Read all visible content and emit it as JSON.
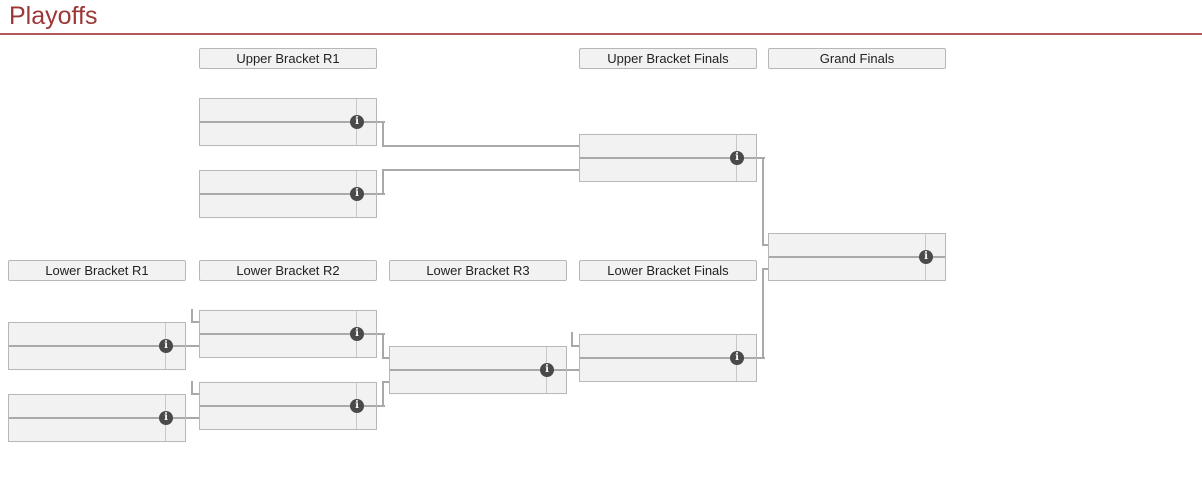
{
  "page": {
    "title": "Playoffs"
  },
  "colors": {
    "heading": "#9d3636",
    "rule": "#b25858",
    "box": "#f2f2f2",
    "border": "#b7b7b7",
    "connector": "#a9a9a9",
    "score_divider": "#c8c8c8",
    "icon_bg": "#4a4a4a",
    "icon_fg": "#ffffff",
    "header_text": "#222222"
  },
  "round_headers": [
    {
      "label": "Upper Bracket R1"
    },
    {
      "label": "Upper Bracket Finals"
    },
    {
      "label": "Grand Finals"
    },
    {
      "label": "Lower Bracket R1"
    },
    {
      "label": "Lower Bracket R2"
    },
    {
      "label": "Lower Bracket R3"
    },
    {
      "label": "Lower Bracket Finals"
    }
  ],
  "icons": {
    "info_glyph": "i"
  },
  "matches": [
    {
      "name": "upper-bracket-r1-match-1",
      "slots": [
        "",
        ""
      ]
    },
    {
      "name": "upper-bracket-r1-match-2",
      "slots": [
        "",
        ""
      ]
    },
    {
      "name": "upper-bracket-finals-match",
      "slots": [
        "",
        ""
      ]
    },
    {
      "name": "grand-finals-match",
      "slots": [
        "",
        ""
      ]
    },
    {
      "name": "lower-bracket-r1-match-1",
      "slots": [
        "",
        ""
      ]
    },
    {
      "name": "lower-bracket-r1-match-2",
      "slots": [
        "",
        ""
      ]
    },
    {
      "name": "lower-bracket-r2-match-1",
      "slots": [
        "",
        ""
      ]
    },
    {
      "name": "lower-bracket-r2-match-2",
      "slots": [
        "",
        ""
      ]
    },
    {
      "name": "lower-bracket-r3-match",
      "slots": [
        "",
        ""
      ]
    },
    {
      "name": "lower-bracket-finals-match",
      "slots": [
        "",
        ""
      ]
    }
  ]
}
